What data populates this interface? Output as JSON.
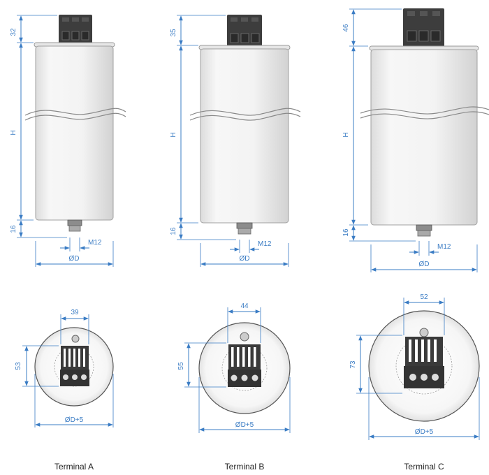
{
  "colors": {
    "dimension": "#3a7cc4",
    "body_fill": "#f4f4f4",
    "body_stroke": "#9a9a9a",
    "terminal_block": "#3a3a3a",
    "caption": "#222222"
  },
  "units": {
    "A": {
      "top_height": "32",
      "body_label": "H",
      "bottom_height": "16",
      "thread_label": "M12",
      "diameter_label": "ØD",
      "terminal_width": "39",
      "terminal_height": "53",
      "footprint_label": "ØD+5",
      "caption": "Terminal A"
    },
    "B": {
      "top_height": "35",
      "body_label": "H",
      "bottom_height": "16",
      "thread_label": "M12",
      "diameter_label": "ØD",
      "terminal_width": "44",
      "terminal_height": "55",
      "footprint_label": "ØD+5",
      "caption": "Terminal B"
    },
    "C": {
      "top_height": "46",
      "body_label": "H",
      "bottom_height": "16",
      "thread_label": "M12",
      "diameter_label": "ØD",
      "terminal_width": "52",
      "terminal_height": "73",
      "footprint_label": "ØD+5",
      "caption": "Terminal C"
    }
  }
}
